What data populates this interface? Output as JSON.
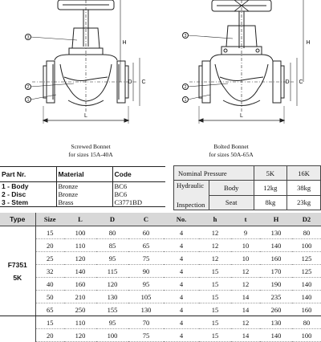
{
  "drawings": {
    "left": {
      "callouts": [
        "3",
        "2",
        "1"
      ],
      "dim_labels": [
        "H",
        "D",
        "C",
        "L"
      ],
      "caption": [
        "Screwed Bonnet",
        "for sizes 15A-40A"
      ]
    },
    "right": {
      "callouts": [
        "3",
        "2",
        "1"
      ],
      "dim_labels": [
        "H",
        "D",
        "C",
        "L"
      ],
      "caption": [
        "Bolted Bonnet",
        "for sizes 50A-65A"
      ]
    }
  },
  "parts": {
    "headers": [
      "Part Nr.",
      "Material",
      "Code"
    ],
    "rows": [
      {
        "part": "1  -  Body",
        "material": "Bronze",
        "code": "BC6"
      },
      {
        "part": "2  -  Disc",
        "material": "Bronze",
        "code": "BC6"
      },
      {
        "part": "3  -  Stem",
        "material": "Brass",
        "code": "C3771BD"
      }
    ]
  },
  "pressure": {
    "nominal_label": "Nominal Pressure",
    "nominal_values": [
      "5K",
      "16K"
    ],
    "group_label_1": "Hydraulic",
    "group_label_2": "Inspection",
    "rows": [
      {
        "label": "Body",
        "values": [
          "12kg",
          "38kg"
        ]
      },
      {
        "label": "Seat",
        "values": [
          "8kg",
          "23kg"
        ]
      }
    ]
  },
  "dimensions": {
    "headers": [
      "Type",
      "Size",
      "L",
      "D",
      "C",
      "No.",
      "h",
      "t",
      "H",
      "D2"
    ],
    "type_label": [
      "F7351",
      "5K"
    ],
    "rows": [
      [
        "15",
        "100",
        "80",
        "60",
        "4",
        "12",
        "9",
        "130",
        "80"
      ],
      [
        "20",
        "110",
        "85",
        "65",
        "4",
        "12",
        "10",
        "140",
        "100"
      ],
      [
        "25",
        "120",
        "95",
        "75",
        "4",
        "12",
        "10",
        "160",
        "125"
      ],
      [
        "32",
        "140",
        "115",
        "90",
        "4",
        "15",
        "12",
        "170",
        "125"
      ],
      [
        "40",
        "160",
        "120",
        "95",
        "4",
        "15",
        "12",
        "190",
        "140"
      ],
      [
        "50",
        "210",
        "130",
        "105",
        "4",
        "15",
        "14",
        "235",
        "140"
      ],
      [
        "65",
        "250",
        "155",
        "130",
        "4",
        "15",
        "14",
        "260",
        "160"
      ]
    ],
    "next_rows": [
      [
        "15",
        "110",
        "95",
        "70",
        "4",
        "15",
        "12",
        "130",
        "80"
      ],
      [
        "20",
        "120",
        "100",
        "75",
        "4",
        "15",
        "14",
        "140",
        "100"
      ]
    ]
  }
}
